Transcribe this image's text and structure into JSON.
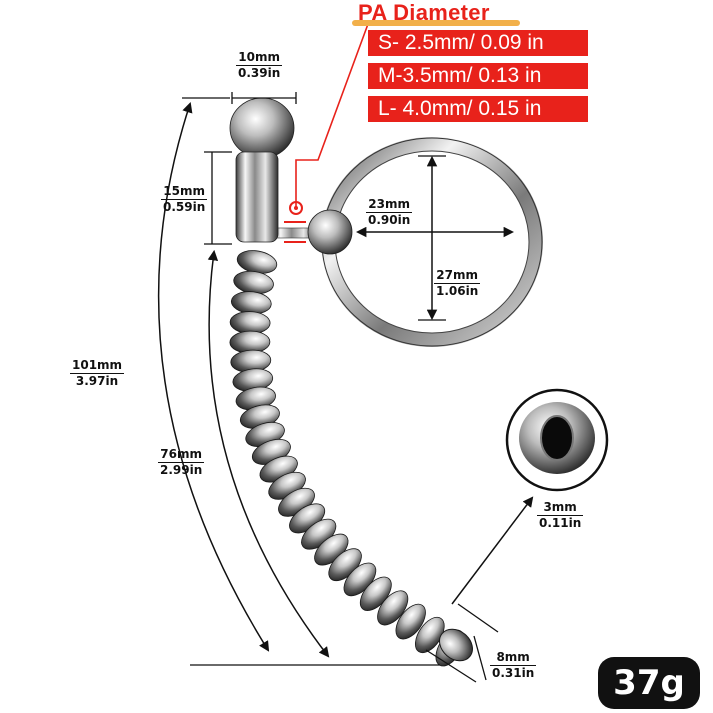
{
  "title": "PA Diameter",
  "sizes": [
    "S- 2.5mm/ 0.09 in",
    "M-3.5mm/ 0.13 in",
    "L- 4.0mm/ 0.15 in"
  ],
  "dimensions": {
    "head_width": {
      "mm": "10mm",
      "in": "0.39in"
    },
    "cap_height": {
      "mm": "15mm",
      "in": "0.59in"
    },
    "ring_inner_width": {
      "mm": "23mm",
      "in": "0.90in"
    },
    "ring_inner_height": {
      "mm": "27mm",
      "in": "1.06in"
    },
    "total_length": {
      "mm": "101mm",
      "in": "3.97in"
    },
    "beaded_length": {
      "mm": "76mm",
      "in": "2.99in"
    },
    "hole_diameter": {
      "mm": "3mm",
      "in": "0.11in"
    },
    "tip_diameter": {
      "mm": "8mm",
      "in": "0.31in"
    }
  },
  "weight": "37g",
  "colors": {
    "accent_red": "#e8221b",
    "underline_orange": "#f2b04a",
    "metal_light": "#f4f4f4",
    "metal_dark": "#2a2a2a"
  }
}
